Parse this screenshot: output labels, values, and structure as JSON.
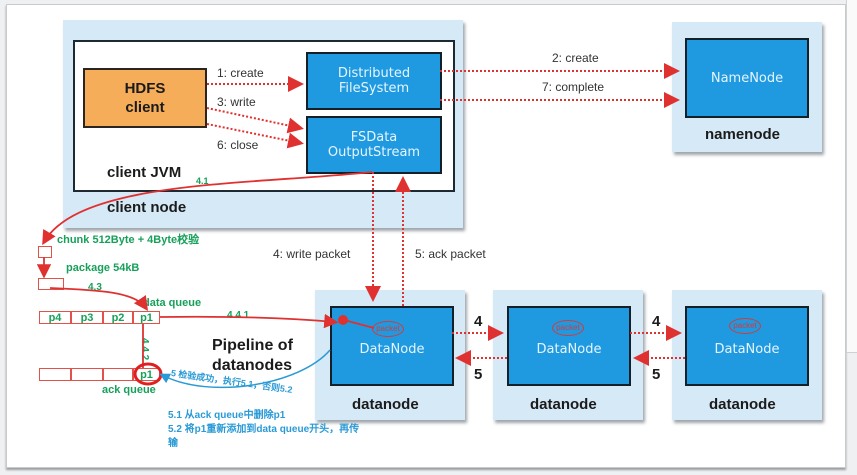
{
  "client_node": {
    "label": "client node",
    "jvm_label": "client JVM",
    "hdfs_client": [
      "HDFS",
      "client"
    ],
    "distributed_fs": [
      "Distributed",
      "FileSystem"
    ],
    "fsdata_stream": [
      "FSData",
      "OutputStream"
    ]
  },
  "namenode": {
    "inner_label": "NameNode",
    "outer_label": "namenode"
  },
  "datanodes": [
    {
      "inner_label": "DataNode",
      "outer_label": "datanode",
      "packet": "packet"
    },
    {
      "inner_label": "DataNode",
      "outer_label": "datanode",
      "packet": "packet"
    },
    {
      "inner_label": "DataNode",
      "outer_label": "datanode",
      "packet": "packet"
    }
  ],
  "pipeline_label": [
    "Pipeline of",
    "datanodes"
  ],
  "steps": {
    "s1": "1: create",
    "s2": "2: create",
    "s3": "3: write",
    "s4": "4: write packet",
    "s5": "5: ack packet",
    "s6": "6: close",
    "s7": "7: complete",
    "dn4a": "4",
    "dn4b": "4",
    "dn5a": "5",
    "dn5b": "5"
  },
  "annotations": {
    "a41": "4.1",
    "chunk": "chunk 512Byte + 4Byte校验",
    "package": "package 54kB",
    "a43": "4.3",
    "data_queue": "data queue",
    "a441": "4.4.1",
    "a442": "4.4.2",
    "ack_queue": "ack queue",
    "ack_check": "5 检验成功，执行5.1，否则5.2",
    "note_51": "5.1 从ack queue中删除p1",
    "note_52": "5.2 将p1重新添加到data queue开头，再传",
    "note_52_cont": "输"
  },
  "data_queue_cells": [
    "p4",
    "p3",
    "p2",
    "p1"
  ],
  "ack_queue_cells": [
    "",
    "",
    "",
    "p1"
  ],
  "colors": {
    "arrow_red": "#e03131",
    "annotation_green": "#17a05a",
    "annotation_blue": "#2a9ad6",
    "component_blue": "#1f9ae0",
    "client_orange": "#f5ad59",
    "node_bg": "#d6e9f6"
  }
}
